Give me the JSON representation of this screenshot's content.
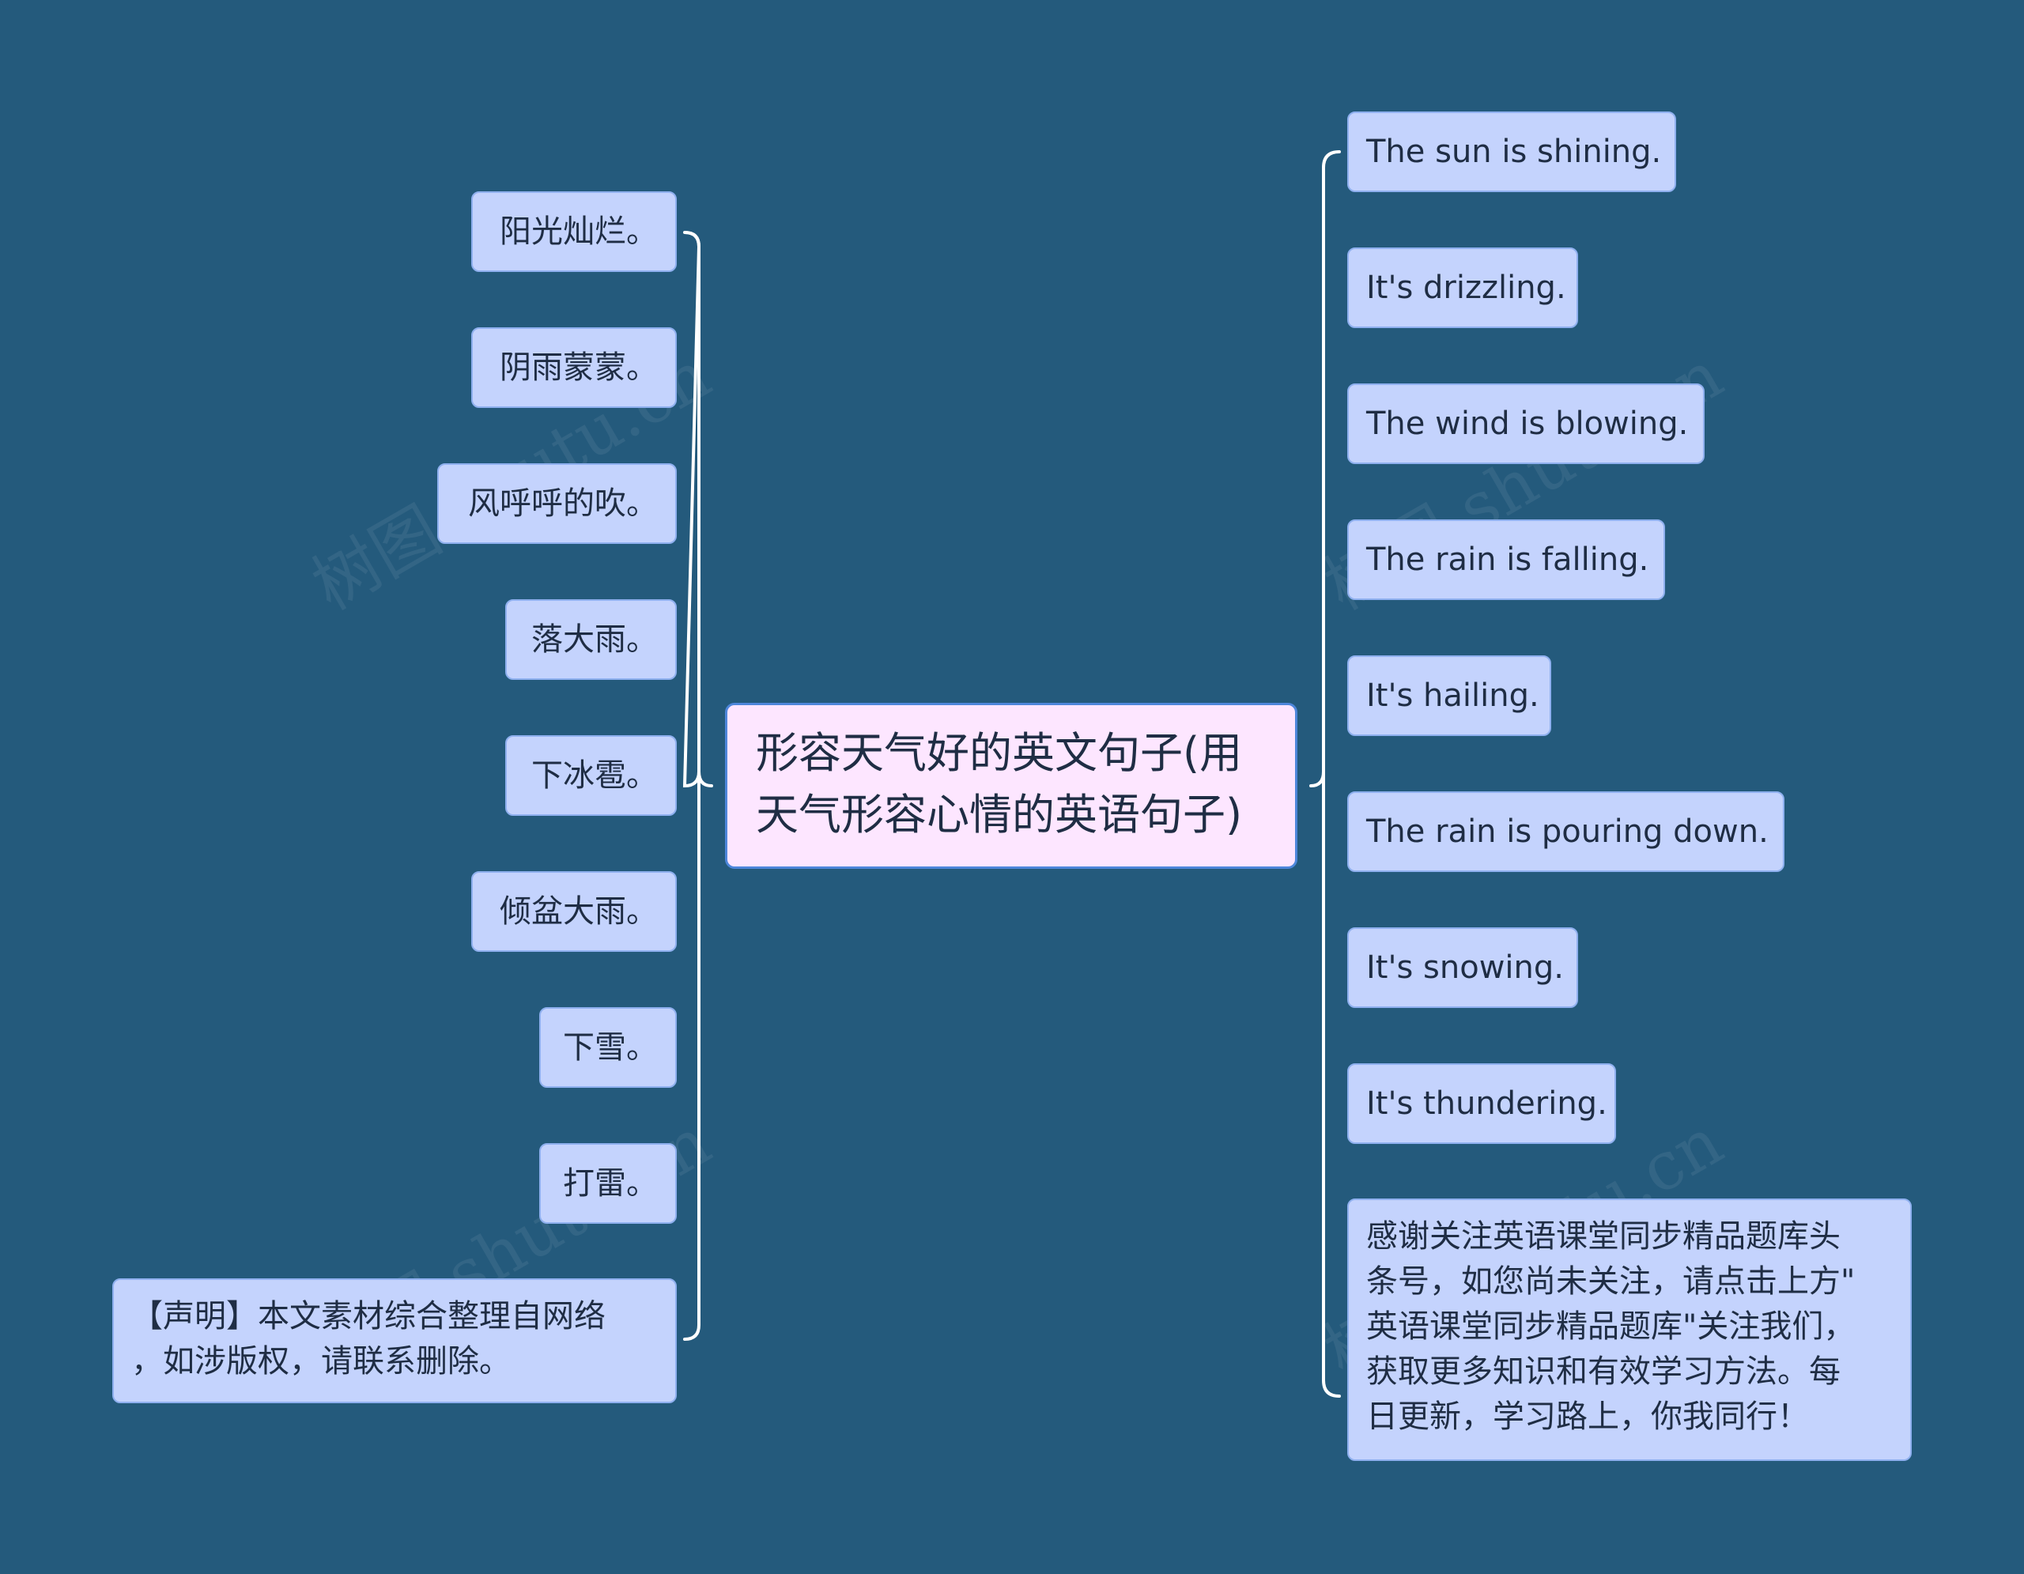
{
  "central_topic": {
    "line1": "形容天气好的英文句子(用",
    "line2": "天气形容心情的英语句子)"
  },
  "left_branch": [
    "阳光灿烂。",
    "阴雨蒙蒙。",
    "风呼呼的吹。",
    "落大雨。",
    "下冰雹。",
    "倾盆大雨。",
    "下雪。",
    "打雷。"
  ],
  "left_notice": {
    "line1": "【声明】本文素材综合整理自网络",
    "line2": "，如涉版权，请联系删除。"
  },
  "right_branch": [
    "The sun is shining.",
    "It's drizzling.",
    "The wind is blowing.",
    "The rain is falling.",
    "It's hailing.",
    "The rain is pouring down.",
    "It's snowing.",
    "It's thundering."
  ],
  "right_notice": {
    "line1": "感谢关注英语课堂同步精品题库头",
    "line2": "条号，如您尚未关注，请点击上方\"",
    "line3": "英语课堂同步精品题库\"关注我们，",
    "line4": "获取更多知识和有效学习方法。每",
    "line5": "日更新，学习路上，你我同行！"
  },
  "watermark": "树图 shutu.cn",
  "colors": {
    "background": "#245a7c",
    "node_fill": "#c4d3fd",
    "node_border": "#8fb0ef",
    "center_fill": "#fde6ff",
    "center_border": "#4d86da",
    "connector": "#ffffff"
  }
}
